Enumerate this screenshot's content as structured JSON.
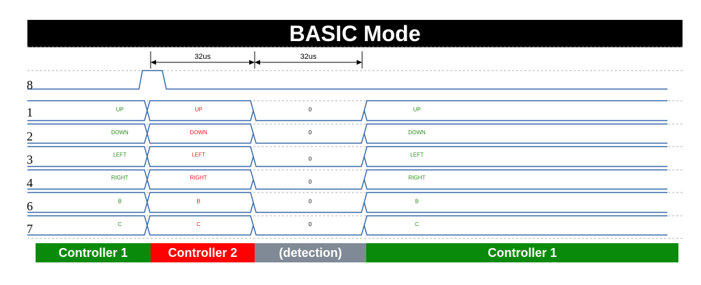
{
  "title": "BASIC Mode",
  "dimensions": [
    {
      "label": "32us"
    },
    {
      "label": "32us"
    }
  ],
  "rows": [
    {
      "pin": "8",
      "cells": []
    },
    {
      "pin": "1",
      "cells": [
        "UP",
        "UP",
        "0",
        "UP"
      ]
    },
    {
      "pin": "2",
      "cells": [
        "DOWN",
        "DOWN",
        "0",
        "DOWN"
      ]
    },
    {
      "pin": "3",
      "cells": [
        "LEFT",
        "LEFT",
        "0",
        "LEFT"
      ]
    },
    {
      "pin": "4",
      "cells": [
        "RIGHT",
        "RIGHT",
        "0",
        "RIGHT"
      ]
    },
    {
      "pin": "6",
      "cells": [
        "B",
        "B",
        "0",
        "B"
      ]
    },
    {
      "pin": "7",
      "cells": [
        "C",
        "C",
        "0",
        "C"
      ]
    }
  ],
  "cell_colors": [
    "#2e8b1e",
    "#e02020",
    "#000000",
    "#2e8b1e"
  ],
  "segments": [
    {
      "label": "Controller 1",
      "color": "#0a8a0a"
    },
    {
      "label": "Controller 2",
      "color": "#ff0000"
    },
    {
      "label": "(detection)",
      "color": "#7f8a96"
    },
    {
      "label": "Controller 1",
      "color": "#0a8a0a"
    }
  ],
  "colors": {
    "signal": "#3a6aa8",
    "grid": "#999999"
  }
}
